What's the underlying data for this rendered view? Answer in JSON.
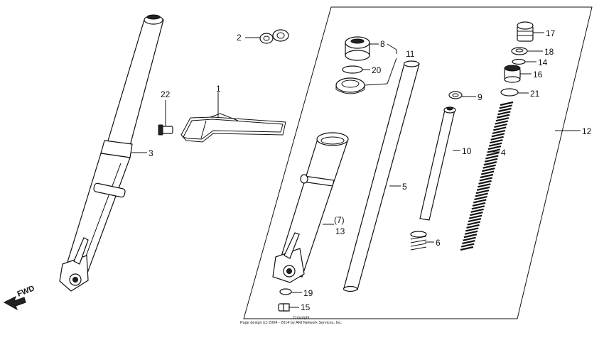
{
  "labels": {
    "p1": "1",
    "p2": "2",
    "p3": "3",
    "p4": "4",
    "p5": "5",
    "p6": "6",
    "p7": "(7)",
    "p8": "8",
    "p9": "9",
    "p10": "10",
    "p11": "11",
    "p12": "12",
    "p13": "13",
    "p14": "14",
    "p15": "15",
    "p16": "16",
    "p17": "17",
    "p18": "18",
    "p19": "19",
    "p20": "20",
    "p21": "21",
    "p22": "22"
  },
  "fwd": "FWD",
  "copyright": {
    "line1": "Copyright",
    "line2": "Page design (c) 2004 - 2014 by ARI Network Services, Inc."
  }
}
